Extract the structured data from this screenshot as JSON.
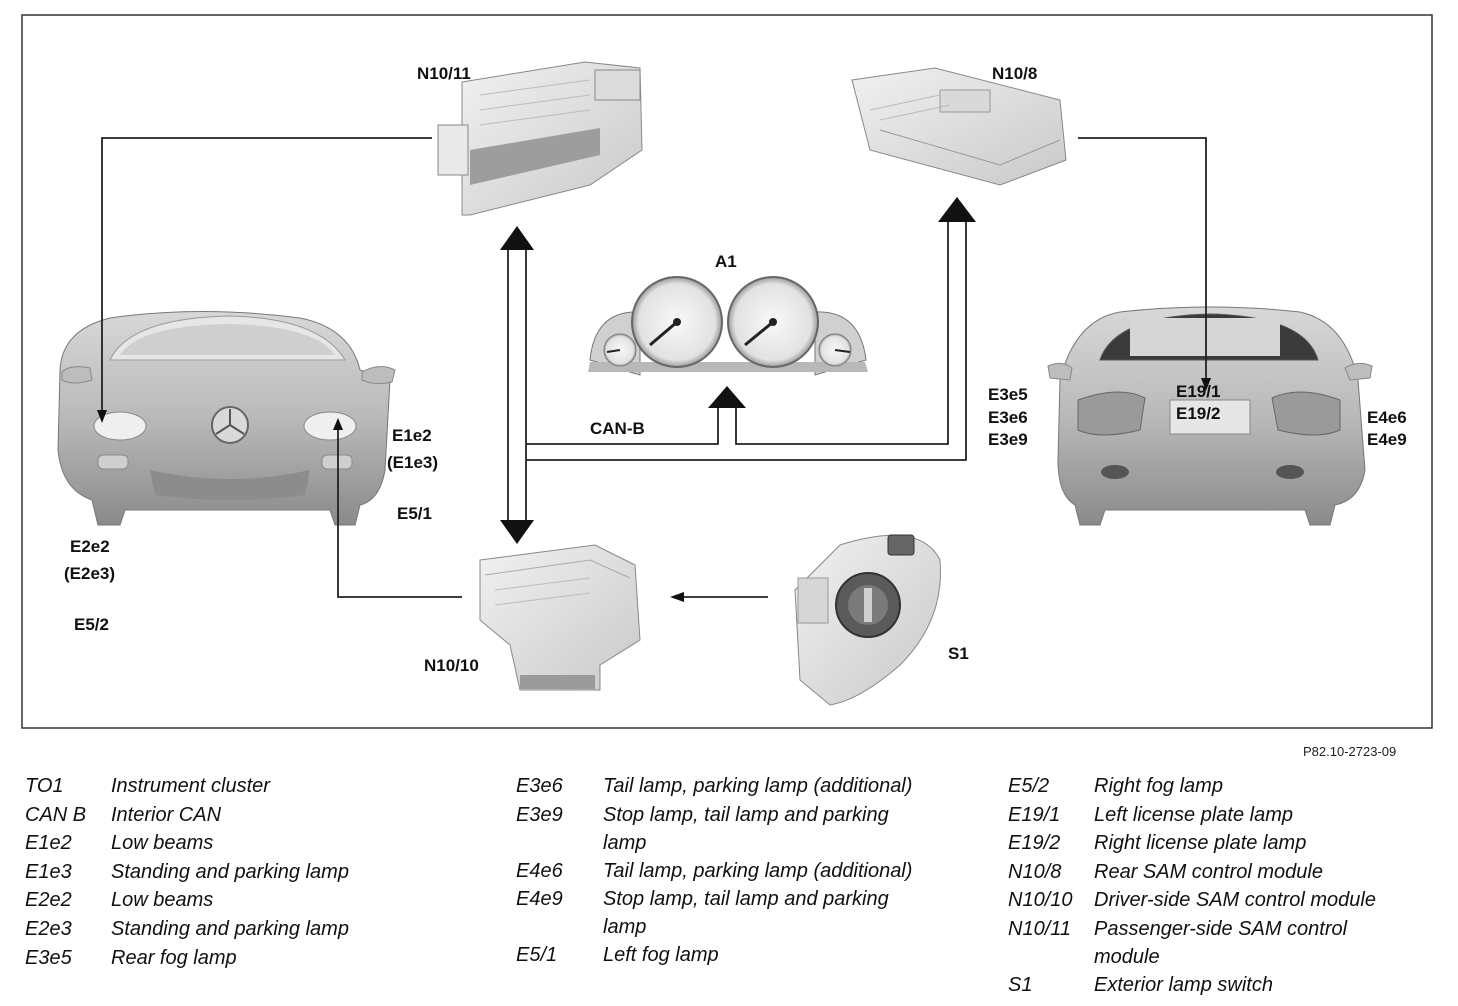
{
  "labels": {
    "n10_11": "N10/11",
    "n10_8": "N10/8",
    "a1": "A1",
    "can_b": "CAN-B",
    "e1e2": "E1e2",
    "e1e3": "(E1e3)",
    "e5_1": "E5/1",
    "e2e2": "E2e2",
    "e2e3": "(E2e3)",
    "e5_2": "E5/2",
    "n10_10": "N10/10",
    "s1": "S1",
    "e3e5": "E3e5",
    "e3e6": "E3e6",
    "e3e9": "E3e9",
    "e19_1": "E19/1",
    "e19_2": "E19/2",
    "e4e6": "E4e6",
    "e4e9": "E4e9"
  },
  "figure_code": "P82.10-2723-09",
  "legend": {
    "col1": [
      {
        "key": "TO1",
        "value": "Instrument cluster"
      },
      {
        "key": "CAN B",
        "value": "Interior CAN"
      },
      {
        "key": "E1e2",
        "value": "Low beams"
      },
      {
        "key": "E1e3",
        "value": "Standing and parking lamp"
      },
      {
        "key": "E2e2",
        "value": "Low beams"
      },
      {
        "key": "E2e3",
        "value": "Standing and parking lamp"
      },
      {
        "key": "E3e5",
        "value": "Rear fog lamp"
      }
    ],
    "col2": [
      {
        "key": "E3e6",
        "value": "Tail lamp, parking lamp (additional)"
      },
      {
        "key": "E3e9",
        "value": "Stop lamp, tail lamp and parking",
        "value2": "lamp"
      },
      {
        "key": "E4e6",
        "value": "Tail lamp, parking lamp (additional)"
      },
      {
        "key": "E4e9",
        "value": "Stop lamp, tail lamp and parking",
        "value2": "lamp"
      },
      {
        "key": "E5/1",
        "value": "Left fog lamp"
      }
    ],
    "col3": [
      {
        "key": "E5/2",
        "value": "Right fog lamp"
      },
      {
        "key": "E19/1",
        "value": "Left license plate lamp"
      },
      {
        "key": "E19/2",
        "value": "Right license plate lamp"
      },
      {
        "key": "N10/8",
        "value": "Rear SAM control module"
      },
      {
        "key": "N10/10",
        "value": "Driver-side SAM control module"
      },
      {
        "key": "N10/11",
        "value": "Passenger-side SAM control",
        "value2": "module"
      },
      {
        "key": "S1",
        "value": "Exterior lamp switch"
      }
    ]
  }
}
